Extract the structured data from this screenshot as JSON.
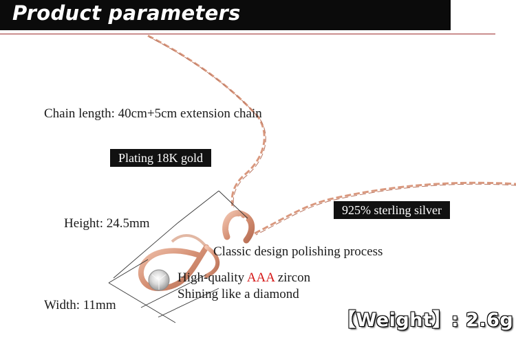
{
  "header": {
    "title": "Product parameters"
  },
  "specs": {
    "chain_length": "Chain length: 40cm+5cm extension chain",
    "plating": "Plating 18K gold",
    "silver": "925% sterling silver",
    "height": "Height:  24.5mm",
    "width": "Width:  11mm",
    "design": "Classic design  polishing process",
    "zircon_prefix": "High-quality ",
    "zircon_accent": "AAA",
    "zircon_suffix": " zircon",
    "shine": "Shining like a diamond",
    "weight": "【Weight】: 2.6g"
  },
  "colors": {
    "header_bg": "#0b0b0b",
    "accent_red": "#d41414",
    "rose_gold": "#d9987e"
  }
}
